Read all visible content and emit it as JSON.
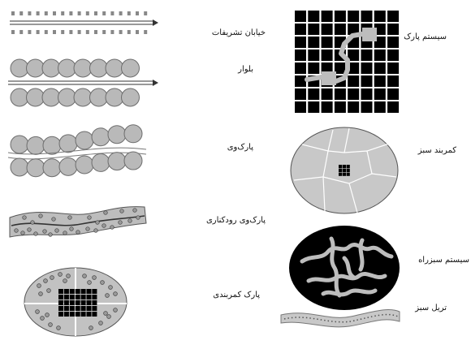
{
  "labels": {
    "boulevard_street": "خیابان تشریفات",
    "boulevard": "بلوار",
    "parkway": "پارک‌وی",
    "river_parkway": "پارک‌وی رودکناری",
    "greenbelt_park": "پارک کمربندی",
    "park_system": "سیستم پارک",
    "greenbelt": "کمربند سبز",
    "green_system": "سیستم سبزراه",
    "green_trail": "تریل سبز"
  },
  "colors": {
    "grey": "#b9b9b9",
    "dark": "#000000",
    "outline": "#6d6d6d"
  }
}
